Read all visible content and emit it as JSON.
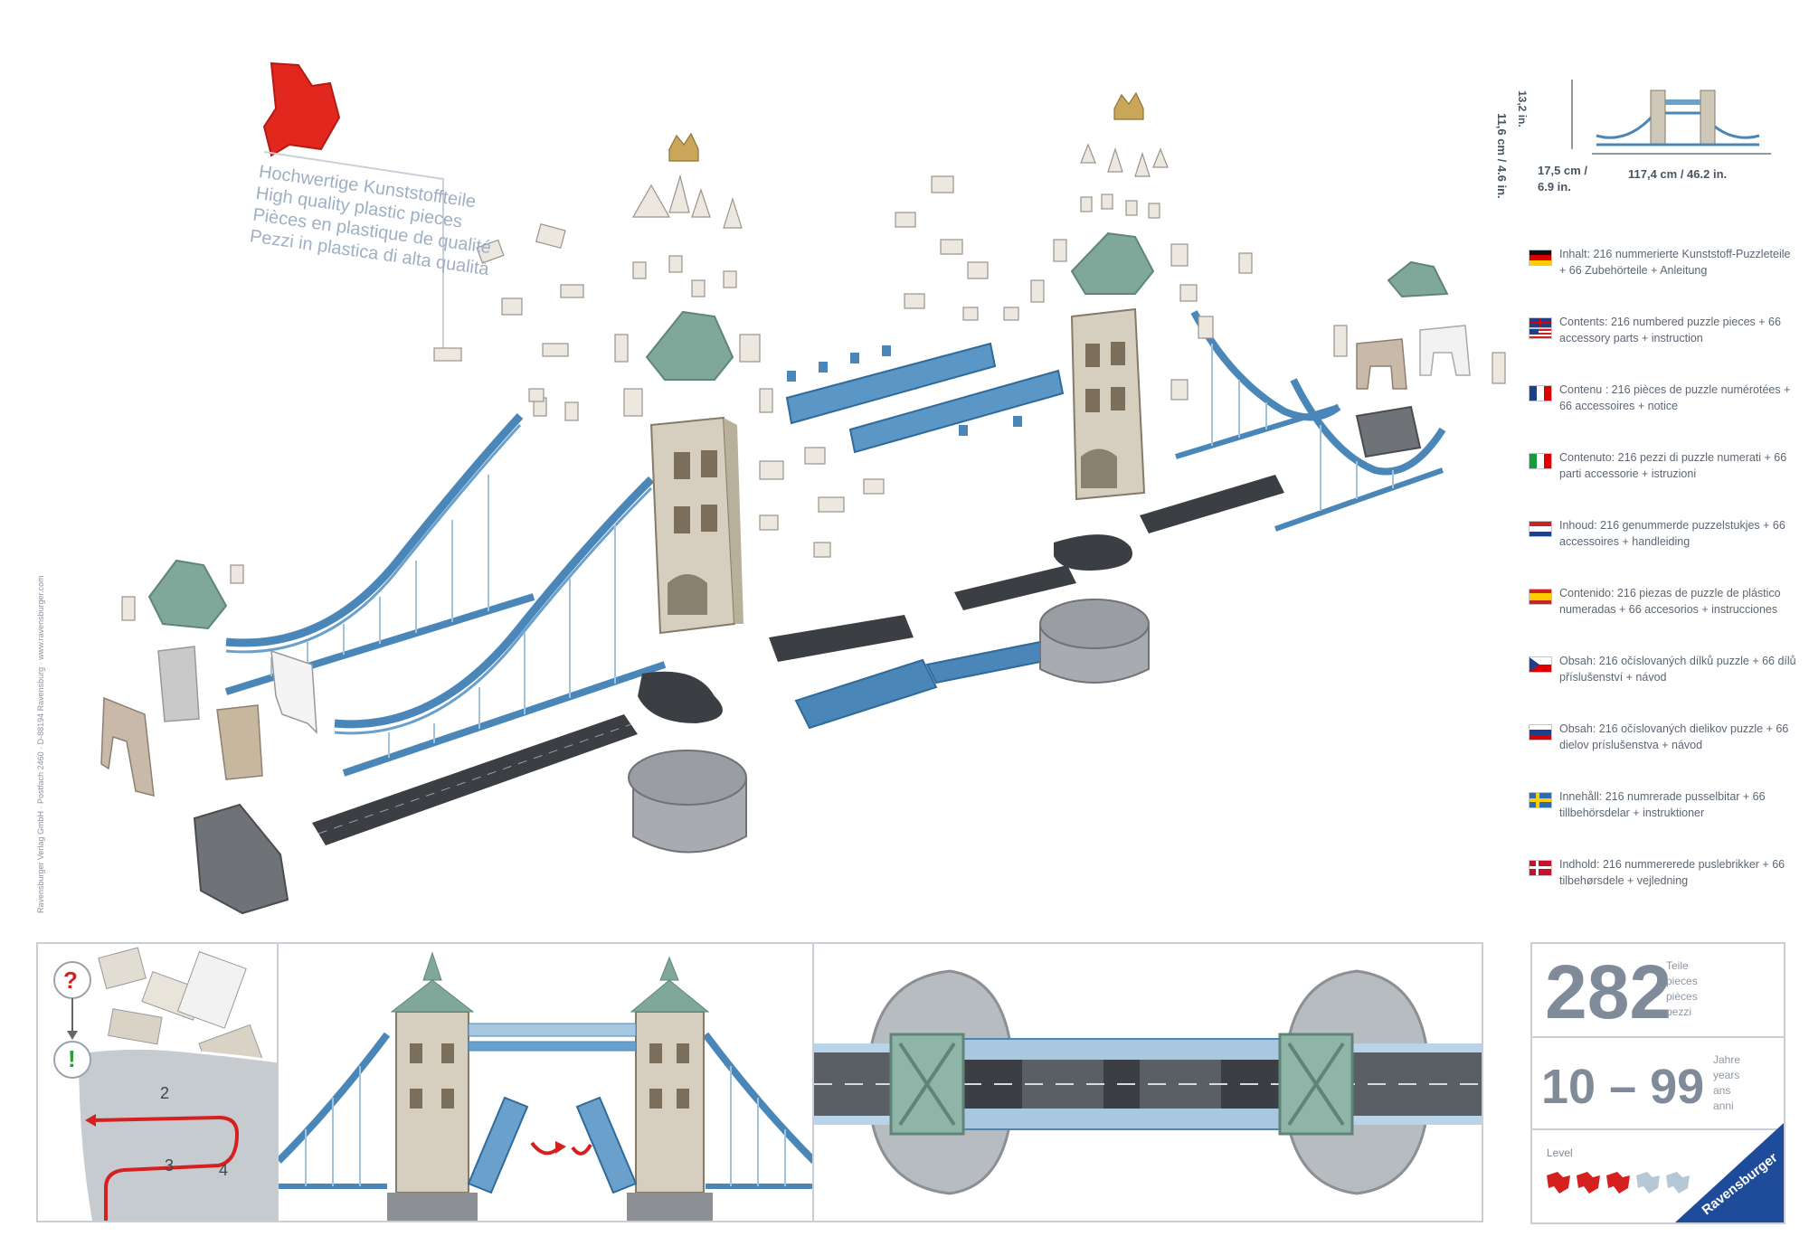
{
  "quality_label": {
    "lines": [
      "Hochwertige Kunststoffteile",
      "High quality plastic pieces",
      "Pièces en plastique de qualité",
      "Pezzi in plastica di alta qualità"
    ]
  },
  "side_credits": "Ravensburger Verlag GmbH · Postfach 2460 · D-88194 Ravensburg · www.ravensburger.com",
  "dimensions": {
    "height": "11,6 cm / 4.6 in.",
    "height_alt": "13,2 in.",
    "depth": "17,5 cm / 6.9 in.",
    "width": "117,4 cm / 46.2 in."
  },
  "contents": [
    {
      "flag": "de-flag",
      "text": "Inhalt: 216 nummerierte Kunststoff-Puzzleteile + 66 Zubehörteile + Anleitung"
    },
    {
      "flag": "uk-us-flag",
      "text": "Contents: 216 numbered puzzle pieces + 66 accessory parts + instruction"
    },
    {
      "flag": "fr-flag",
      "text": "Contenu : 216 pièces de puzzle numérotées + 66 accessoires + notice"
    },
    {
      "flag": "it-flag",
      "text": "Contenuto: 216 pezzi di puzzle numerati + 66 parti accessorie + istruzioni"
    },
    {
      "flag": "nl-flag",
      "text": "Inhoud: 216 genummerde puzzelstukjes + 66 accessoires + handleiding"
    },
    {
      "flag": "es-flag",
      "text": "Contenido: 216 piezas de puzzle de plástico numeradas + 66 accesorios + instrucciones"
    },
    {
      "flag": "cz-flag",
      "text": "Obsah: 216 očíslovaných dílků puzzle + 66 dílů příslušenství + návod"
    },
    {
      "flag": "sk-flag",
      "text": "Obsah: 216 očíslovaných dielikov puzzle + 66 dielov príslušenstva + návod"
    },
    {
      "flag": "se-flag",
      "text": "Innehåll: 216 numrerade pusselbitar + 66 tillbehörsdelar + instruktioner"
    },
    {
      "flag": "dk-flag",
      "text": "Indhold: 216 nummererede puslebrikker + 66 tilbehørsdele + vejledning"
    }
  ],
  "pieces": {
    "count": "282",
    "words": [
      "Teile",
      "pieces",
      "pièces",
      "pezzi"
    ]
  },
  "age": {
    "range": "10 – 99",
    "words": [
      "Jahre",
      "years",
      "ans",
      "anni"
    ]
  },
  "level": {
    "label": "Level",
    "filled": 3,
    "total": 5
  },
  "brand": "Ravensburger",
  "instruction_panel": {
    "question_mark": "?",
    "exclamation_mark": "!",
    "numbers": [
      "2",
      "3",
      "4"
    ]
  },
  "colors": {
    "steel_blue": "#4a87b8",
    "light_blue": "#a8c8e0",
    "road_dark": "#3b3f44",
    "stone": "#d8d2c4",
    "roof_green": "#7fa89a",
    "brand_blue": "#1e4b9a",
    "red_piece": "#e2271e"
  }
}
